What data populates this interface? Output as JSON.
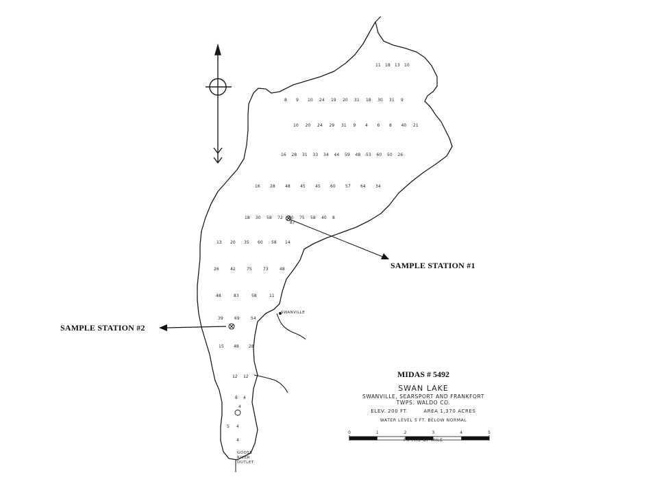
{
  "map": {
    "station1_label": "SAMPLE STATION #1",
    "station2_label": "SAMPLE STATION #2",
    "town_label": "SWANVILLE",
    "outlet_label": "GOOSE RIVER OUTLET",
    "legend": {
      "midas": "MIDAS # 5492",
      "lake_name": "SWAN LAKE",
      "location_line1": "SWANVILLE, SEARSPORT AND FRANKFORT",
      "location_line2": "TWPS.   WALDO CO.",
      "elevation": "ELEV. 200 FT.",
      "area": "AREA 1,370 ACRES",
      "water_level": "WATER LEVEL 5 FT. BELOW NORMAL",
      "scale_ticks": [
        "0",
        "1",
        "2",
        "3",
        "4",
        "5"
      ],
      "scale_unit": "FIFTHS OF MILE"
    },
    "depth_rows": [
      [
        "11",
        "18",
        "13",
        "10"
      ],
      [
        "8",
        "9",
        "10",
        "24",
        "19",
        "20",
        "31",
        "18",
        "30",
        "31",
        "9"
      ],
      [
        "10",
        "20",
        "24",
        "29",
        "31",
        "9",
        "4",
        "6",
        "8",
        "40",
        "21"
      ],
      [
        "16",
        "28",
        "31",
        "33",
        "34",
        "44",
        "59",
        "48",
        "53",
        "60",
        "50",
        "26"
      ],
      [
        "16",
        "28",
        "48",
        "45",
        "45",
        "60",
        "57",
        "64",
        "34"
      ],
      [
        "18",
        "30",
        "58",
        "72",
        "60",
        "75",
        "58",
        "40",
        "8"
      ],
      [
        "87"
      ],
      [
        "13",
        "20",
        "35",
        "60",
        "58",
        "14"
      ],
      [
        "26",
        "42",
        "75",
        "73",
        "48"
      ],
      [
        "48",
        "83",
        "58",
        "11"
      ],
      [
        "39",
        "69",
        "54"
      ],
      [
        "15",
        "48",
        "28"
      ],
      [
        "12",
        "12"
      ],
      [
        "8",
        "4"
      ],
      [
        "4"
      ],
      [
        "5",
        "4"
      ],
      [
        "4"
      ]
    ]
  }
}
